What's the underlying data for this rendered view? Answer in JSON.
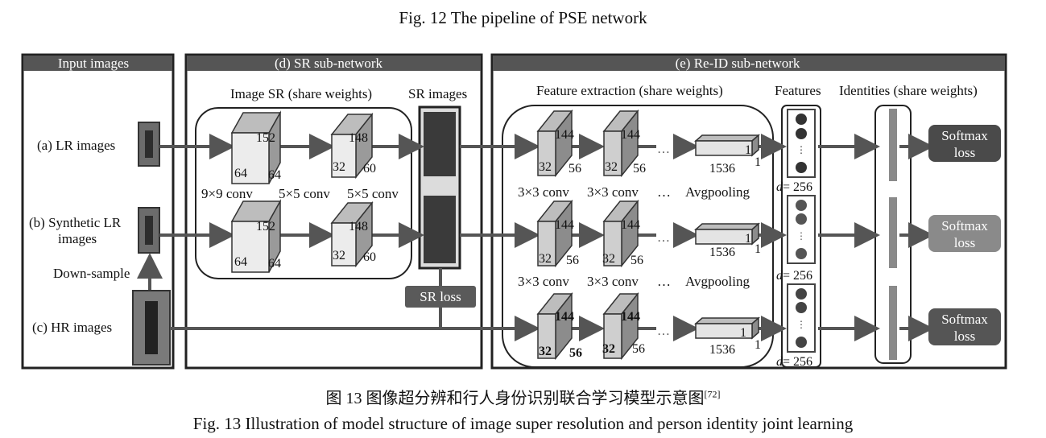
{
  "captions": {
    "top": "Fig. 12   The pipeline of PSE network",
    "cn": "图 13   图像超分辨和行人身份识别联合学习模型示意图",
    "cn_ref": "[72]",
    "en": "Fig. 13   Illustration of model structure of image super resolution and person identity joint learning"
  },
  "panels": {
    "input": "Input images",
    "sr": "(d) SR sub-network",
    "reid": "(e) Re-ID sub-network"
  },
  "inputs": {
    "lr": "(a) LR images",
    "synth1": "(b) Synthetic LR",
    "synth2": "images",
    "down": "Down-sample",
    "hr": "(c) HR images"
  },
  "sr": {
    "image_sr": "Image SR (share weights)",
    "sr_images": "SR images",
    "sr_loss": "SR loss",
    "conv1": "9×9 conv",
    "conv2": "5×5 conv",
    "conv3": "5×5 conv",
    "n152": "152",
    "n64": "64",
    "n148": "148",
    "n32": "32",
    "n60": "60"
  },
  "reid": {
    "feature_extraction": "Feature extraction (share weights)",
    "features": "Features",
    "identities": "Identities (share weights)",
    "conv": "3×3 conv",
    "dots": "…",
    "avgpool": "Avgpooling",
    "n144": "144",
    "n32": "32",
    "n56": "56",
    "n1536": "1536",
    "n1": "1",
    "d": "d",
    "d_val": "= 256",
    "softmax": "Softmax",
    "loss": "loss"
  }
}
